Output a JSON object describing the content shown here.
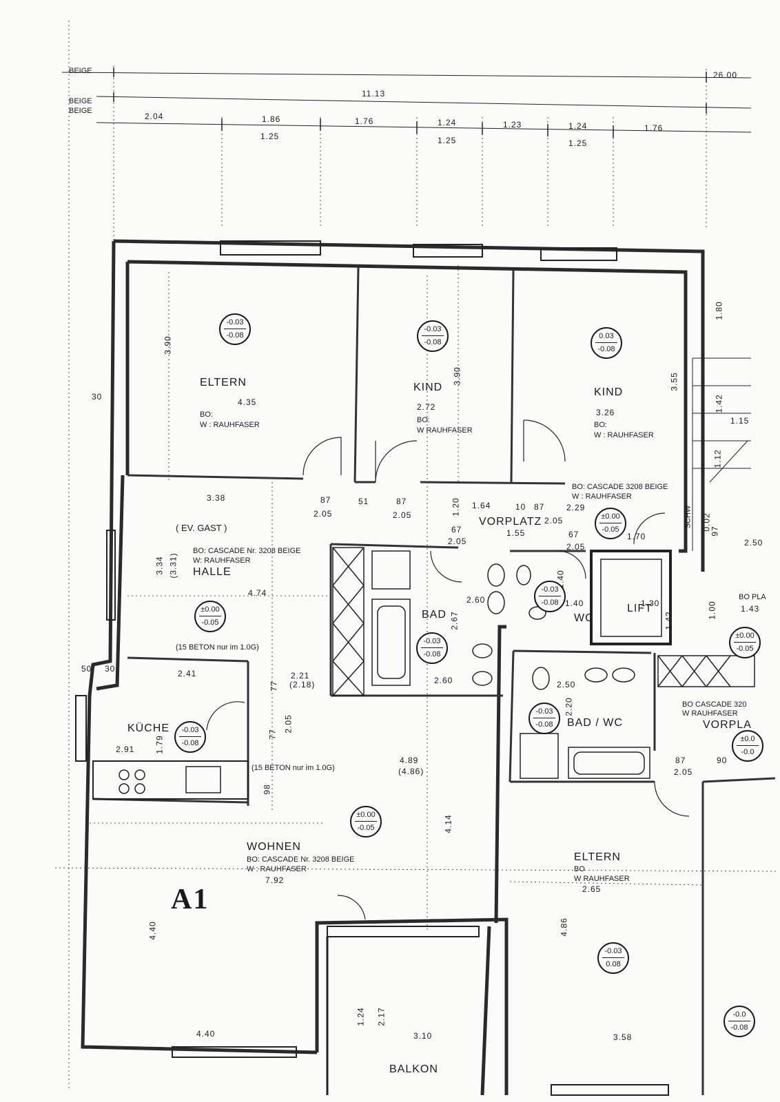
{
  "header": {
    "beige_1": "BEIGE",
    "beige_2": "BEIGE",
    "beige_3": "BEIGE",
    "total": "26.00",
    "sub_total": "11.13",
    "row1": [
      "2.04",
      "1.86",
      "1.76",
      "1.24",
      "1.23",
      "1.24",
      "1.76"
    ],
    "row2": [
      "1.25",
      "1.25",
      "1.25"
    ],
    "right": "1.80"
  },
  "rooms": {
    "eltern": {
      "name": "ELTERN",
      "w": "4.35",
      "d": "3.90",
      "bo": "BO:",
      "wall": "W : RAUHFASER"
    },
    "kind1": {
      "name": "KIND",
      "w": "2.72",
      "d": "3.90",
      "bo": "BO:",
      "wall": "W  RAUHFASER"
    },
    "kind2": {
      "name": "KIND",
      "w": "3.26",
      "d": "3.55",
      "bo": "BO:",
      "wall": "W : RAUHFASER"
    },
    "vorplatz": {
      "name": "VORPLATZ",
      "bo": "BO: CASCADE 3208 BEIGE",
      "wall": "W : RAUHFASER"
    },
    "halle": {
      "name": "HALLE",
      "guest": "( EV. GAST )",
      "w": "3.38",
      "d": "3.34",
      "d2": "(3.31)",
      "w2": "4.74",
      "bo": "BO: CASCADE Nr. 3208 BEIGE",
      "wall": "W: RAUHFASER"
    },
    "bad": {
      "name": "BAD",
      "w": "2.60",
      "d": "2.67",
      "w2": "2.60"
    },
    "wc": {
      "name": "WC",
      "w": "1.40",
      "d": "1.40"
    },
    "lift": {
      "name": "LIFT",
      "w": "1.30",
      "d": "1.42"
    },
    "kueche": {
      "name": "KÜCHE",
      "w": "2.91",
      "w2": "2.41",
      "d": "1.79"
    },
    "wohnen": {
      "name": "WOHNEN",
      "bo": "BO: CASCADE  Nr.  3208  BEIGE",
      "wall": "W : RAUHFASER",
      "w": "7.92",
      "w2": "4.89",
      "w3": "(4.86)",
      "d": "4.14",
      "d2": "4.40",
      "w4": "4.40"
    },
    "badwc": {
      "name": "BAD / WC",
      "w": "2.50",
      "d": "2.20"
    },
    "eltern2": {
      "name": "ELTERN",
      "bo": "BO",
      "wall": "W  RAUHFASER",
      "w": "2.65",
      "d": "4.86",
      "w2": "3.58"
    },
    "balkon": {
      "name": "BALKON",
      "w": "3.10",
      "d": "1.24",
      "d2": "2.17"
    },
    "vorpla": {
      "name": "VORPLA",
      "bo": "BO CASCADE 320",
      "wall": "W  RAUHFASER"
    },
    "bopla": "BO PLA"
  },
  "levels": [
    [
      "-0.03",
      "-0.08"
    ],
    [
      "-0.03",
      "-0.08"
    ],
    [
      "0.03",
      "-0.08"
    ],
    [
      "±0.00",
      "-0.05"
    ],
    [
      "±0.00",
      "-0.05"
    ],
    [
      "-0.03",
      "-0.08"
    ],
    [
      "-0.03",
      "-0.08"
    ],
    [
      "-0.03",
      "-0.08"
    ],
    [
      "±0.00",
      "-0.05"
    ],
    [
      "-0.03",
      "-0.08"
    ],
    [
      "-0.03",
      "0.08"
    ],
    [
      "±0.00",
      "-0.05"
    ],
    [
      "±0.0",
      "-0.0"
    ],
    [
      "-0.0",
      "-0.08"
    ]
  ],
  "notes": {
    "beton1": "(15 BETON nur im 1.0G)",
    "beton2": "(15 BETON nur im 1.0G)",
    "schw": "SCHW",
    "code": "A1"
  },
  "dims": {
    "d1": "87",
    "d2": "2.05",
    "d3": "51",
    "d4": "87",
    "d5": "2.05",
    "d6": "1.20",
    "d7": "1.64",
    "d8": "10",
    "d9": "87",
    "d10": "2.29",
    "d11": "2.05",
    "d12": "67",
    "d13": "2.05",
    "d14": "1.55",
    "d15": "67",
    "d16": "2.05",
    "d17": "1.70",
    "d18": "2.21",
    "d19": "(2.18)",
    "d20": "77",
    "d21": "2.05",
    "d22": "77",
    "d23": "98",
    "d24": "1.15",
    "d25": "1.42",
    "d26": "1.12",
    "d27": "0.02",
    "d28": "97",
    "d29": "2.50",
    "d30": "1.43",
    "d31": "1.00",
    "d32": "87",
    "d33": "2.05",
    "d34": "90",
    "d35": "30",
    "d36": "50",
    "d37": "30"
  }
}
